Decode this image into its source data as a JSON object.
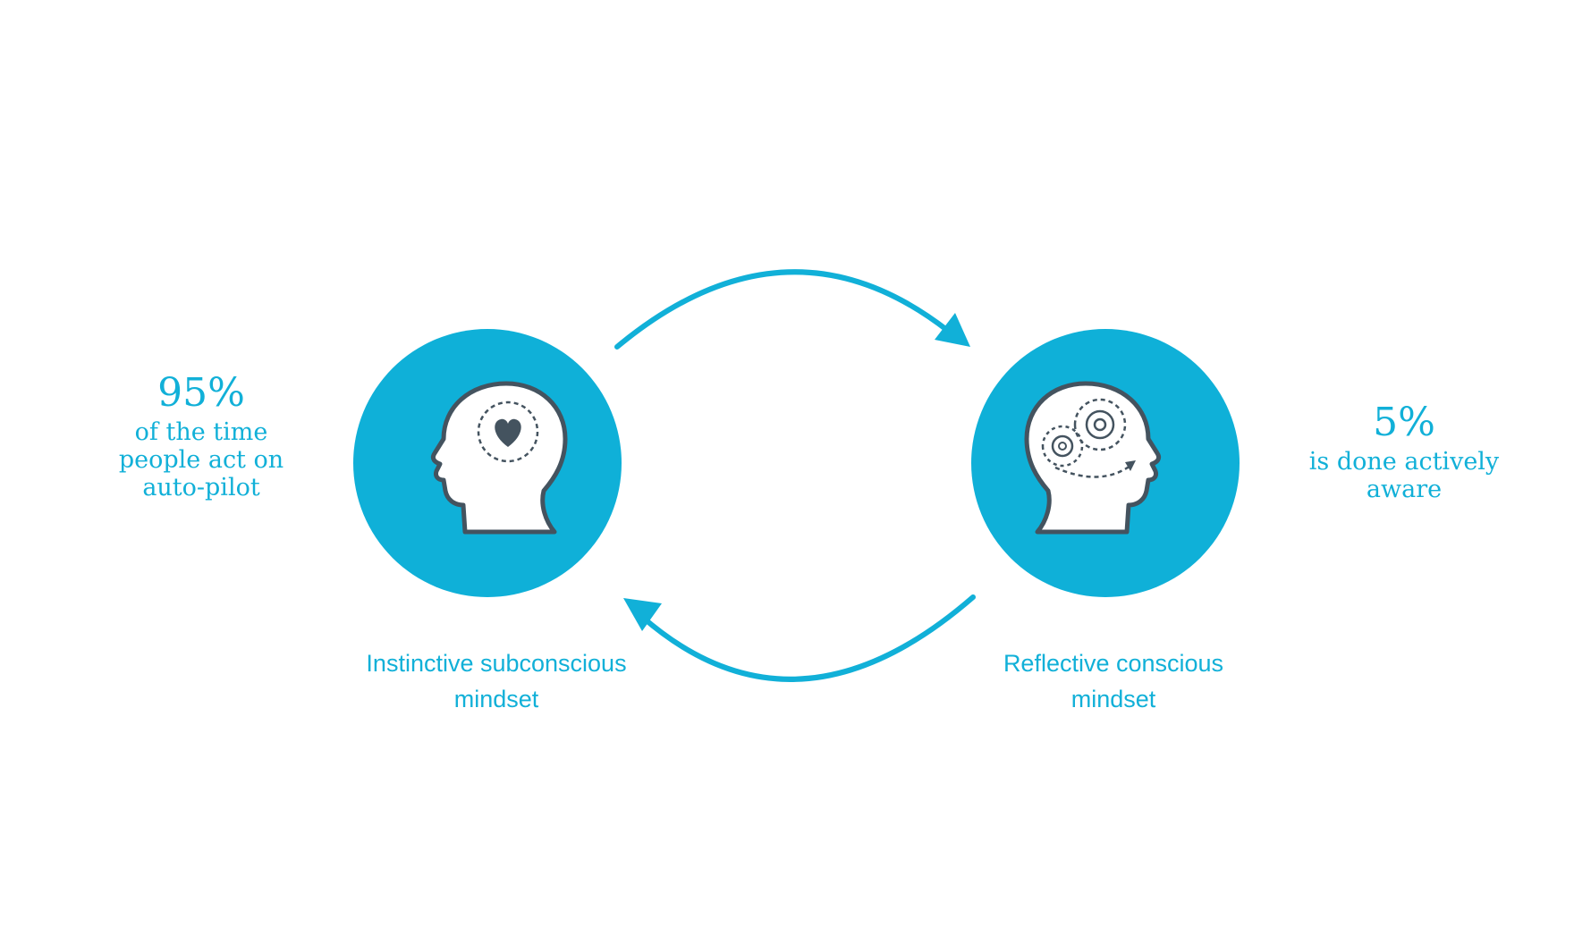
{
  "colors": {
    "accent": "#11b0d8",
    "circle": "#0fb0d8",
    "head_outline": "#44535f",
    "head_fill": "#ffffff"
  },
  "left": {
    "stat_value": "95%",
    "stat_lines": [
      "of the time",
      "people act on",
      "auto-pilot"
    ],
    "caption_lines": [
      "Instinctive subconscious",
      "mindset"
    ],
    "icon": "head-heart-icon"
  },
  "right": {
    "stat_value": "5%",
    "stat_lines": [
      "is done actively",
      "aware"
    ],
    "caption_lines": [
      "Reflective conscious",
      "mindset"
    ],
    "icon": "head-gears-icon"
  }
}
